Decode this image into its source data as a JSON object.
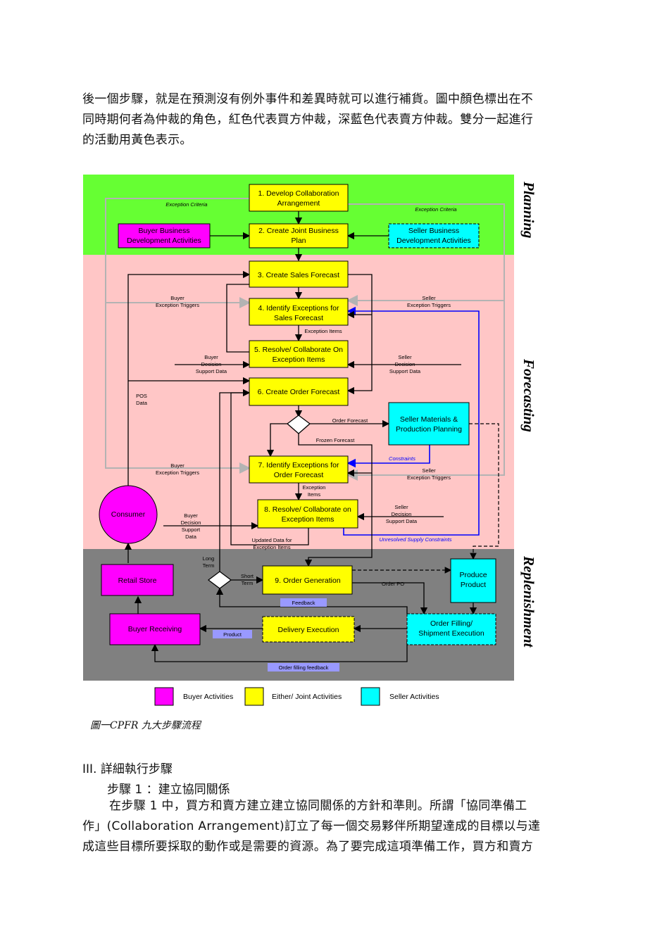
{
  "intro": {
    "line1": "後一個步驟，就是在預測沒有例外事件和差異時就可以進行補貨。圖中顏色標出在不",
    "line2": "同時期何者為仲裁的角色，紅色代表買方仲裁，深藍色代表賣方仲裁。雙分一起進行",
    "line3": "的活動用黃色表示。"
  },
  "diagram": {
    "colors": {
      "planning_band": "#66ff33",
      "forecasting_band": "#ffc6c6",
      "replenishment_band": "#808080",
      "buyer": "#ff00ff",
      "joint": "#ffff00",
      "seller": "#00ffff",
      "buyer_arbiter_line": "#b3b3b3",
      "seller_arbiter_line": "#0000ff"
    },
    "stages": {
      "planning": "Planning",
      "forecasting": "Forecasting",
      "replenishment": "Replenishment"
    },
    "boxes": {
      "step1": [
        "1. Develop Collaboration",
        "Arrangement"
      ],
      "step2": [
        "2. Create Joint Business",
        "Plan"
      ],
      "buyer_bd": [
        "Buyer Business",
        "Development Activities"
      ],
      "seller_bd": [
        "Seller Business",
        "Development Activities"
      ],
      "step3": [
        "3. Create Sales Forecast"
      ],
      "step4": [
        "4. Identify Exceptions for",
        "Sales Forecast"
      ],
      "step5": [
        "5. Resolve/ Collaborate On",
        "Exception Items"
      ],
      "step6": [
        "6. Create Order Forecast"
      ],
      "seller_mpp": [
        "Seller Materials &",
        "Production Planning"
      ],
      "step7": [
        "7. Identify Exceptions for",
        "Order Forecast"
      ],
      "step8": [
        "8. Resolve/ Collaborate on",
        "Exception Items"
      ],
      "consumer": [
        "Consumer"
      ],
      "retail": [
        "Retail Store"
      ],
      "step9": [
        "9. Order Generation"
      ],
      "produce": [
        "Produce",
        "Product"
      ],
      "buyer_recv": [
        "Buyer Receiving"
      ],
      "delivery": [
        "Delivery Execution"
      ],
      "fill": [
        "Order Filling/",
        "Shipment Execution"
      ]
    },
    "labels": {
      "exc_criteria_left": "Exception Criteria",
      "exc_criteria_right": "Exception Criteria",
      "buyer_trig_1": [
        "Buyer",
        "Exception Triggers"
      ],
      "seller_trig_1": [
        "Seller",
        "Exception Triggers"
      ],
      "exc_items_1": "Exception Items",
      "buyer_dec_1": [
        "Buyer",
        "Decision",
        "Support Data"
      ],
      "seller_dec_1": [
        "Seller",
        "Decision",
        "Support Data"
      ],
      "pos_data": [
        "POS",
        "Data"
      ],
      "order_forecast": "Order Forecast",
      "frozen_forecast": "Frozen Forecast",
      "constraints": "Constraints",
      "buyer_trig_2": [
        "Buyer",
        "Exception Triggers"
      ],
      "seller_trig_2": [
        "Seller",
        "Exception Triggers"
      ],
      "exc_items_2": [
        "Exception",
        "Items"
      ],
      "buyer_dec_2": [
        "Buyer",
        "Decision",
        "Support",
        "Data"
      ],
      "seller_dec_2": [
        "Seller",
        "Decision",
        "Support Data"
      ],
      "updated_data": [
        "Updated Data for",
        "Exception Items"
      ],
      "unresolved": "Unresolved Supply Constraints",
      "long_term": [
        "Long",
        "Term"
      ],
      "short_term": [
        "Short",
        "Term"
      ],
      "order_po": "Order PO",
      "feedback": "Feedback",
      "product": "Product",
      "order_fill_feedback": "Order filling feedback"
    },
    "legend": {
      "buyer": "Buyer Activities",
      "joint": "Either/ Joint Activities",
      "seller": "Seller Activities"
    }
  },
  "caption": "圖一CPFR 九大步驟流程",
  "section": {
    "heading": "III.   詳細執行步驟",
    "step_heading": "步驟 1 ：建立協同關係",
    "body_line1": "在步驟 1 中，買方和賣方建立建立協同關係的方針和準則。所謂「協同準備工",
    "body_line2": "作」(Collaboration Arrangement)訂立了每一個交易夥伴所期望達成的目標以与達",
    "body_line3": "成這些目標所要採取的動作或是需要的資源。為了要完成這項準備工作，買方和賣方"
  }
}
